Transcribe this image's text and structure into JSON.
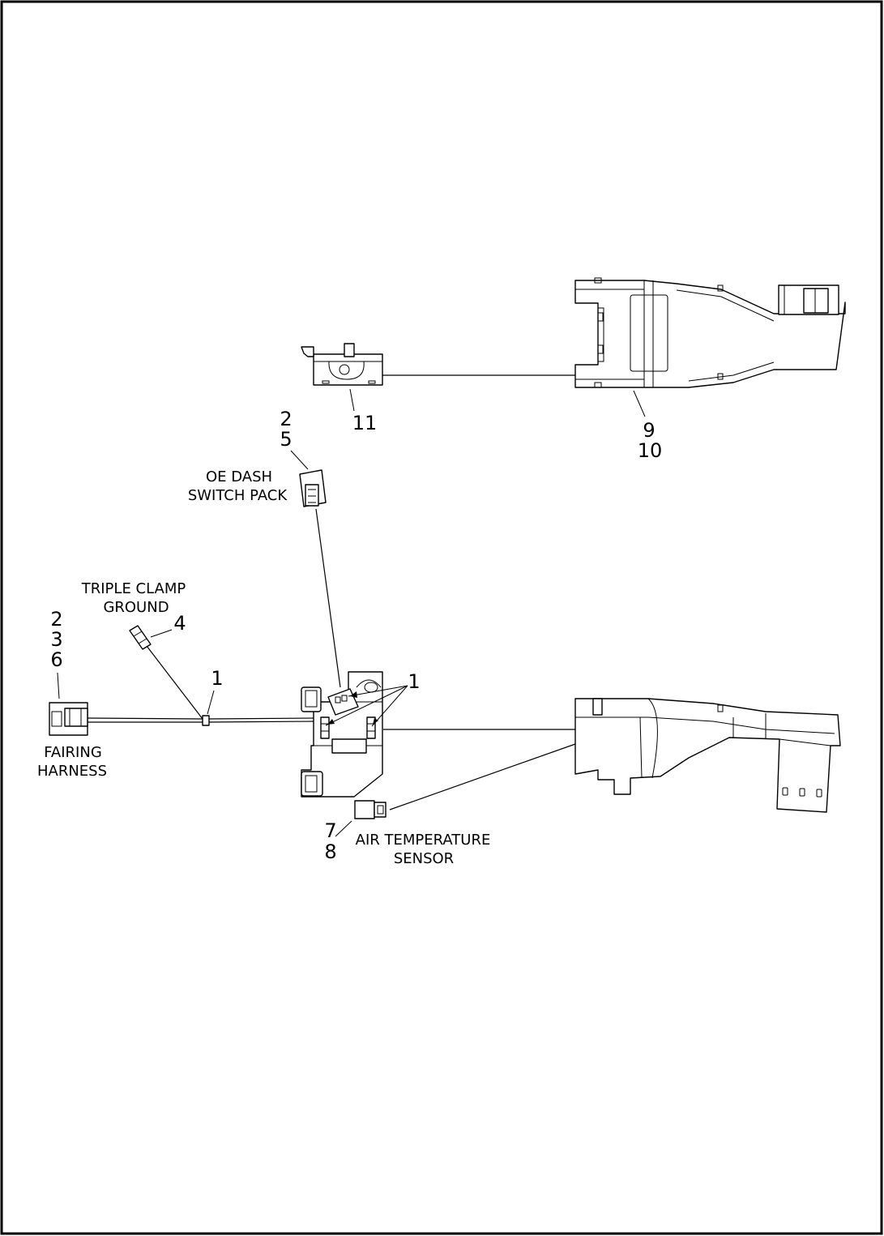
{
  "labels": {
    "oe_dash_switch_pack": [
      "OE DASH",
      "SWITCH PACK"
    ],
    "triple_clamp_ground": [
      "TRIPLE CLAMP",
      "GROUND"
    ],
    "fairing_harness": [
      "FAIRING",
      "HARNESS"
    ],
    "air_temperature_sensor": [
      "AIR TEMPERATURE",
      "SENSOR"
    ]
  },
  "callouts": {
    "c11": [
      "11"
    ],
    "c9_10": [
      "9",
      "10"
    ],
    "c2_5": [
      "2",
      "5"
    ],
    "c4": [
      "4"
    ],
    "c2_3_6": [
      "2",
      "3",
      "6"
    ],
    "c1_left": [
      "1"
    ],
    "c1_right": [
      "1"
    ],
    "c7_8": [
      "7",
      "8"
    ]
  }
}
